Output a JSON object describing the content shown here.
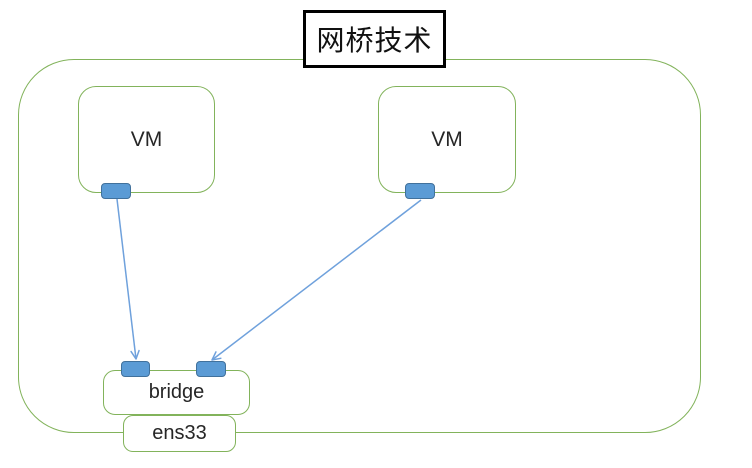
{
  "title": {
    "text": "网桥技术"
  },
  "nodes": {
    "vm1": {
      "label": "VM"
    },
    "vm2": {
      "label": "VM"
    },
    "bridge": {
      "label": "bridge"
    },
    "ens33": {
      "label": "ens33"
    }
  },
  "connections": [
    {
      "from": "vm1-port",
      "to": "bridge-left-port"
    },
    {
      "from": "vm2-port",
      "to": "bridge-right-port"
    }
  ],
  "colors": {
    "box_border_green": "#82b35b",
    "port_fill_blue": "#5b9bd5",
    "port_border_blue": "#41719c",
    "arrow_blue": "#6fa1dc",
    "title_border": "#000000",
    "text": "#262626"
  }
}
